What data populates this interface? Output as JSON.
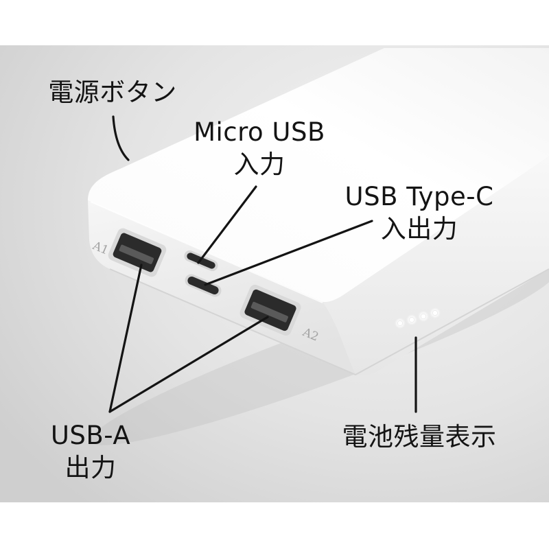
{
  "labels": {
    "power_button": "電源ボタン",
    "micro_usb": {
      "name": "Micro USB",
      "function": "入力"
    },
    "usb_type_c": {
      "name": "USB Type-C",
      "function": "入出力"
    },
    "usb_a": {
      "name": "USB-A",
      "function": "出力"
    },
    "battery_indicator": "電池残量表示"
  },
  "device": {
    "port_markings": {
      "usb_a_1": "A1",
      "usb_a_2": "A2"
    },
    "battery_leds_lit": 4
  },
  "colors": {
    "label_text": "#141414",
    "leader_line": "#141414",
    "device_body": "#f7f7f7",
    "port_interior": "#2b2b2b",
    "battery_led": "#ffffff",
    "backdrop": "#dedede"
  }
}
